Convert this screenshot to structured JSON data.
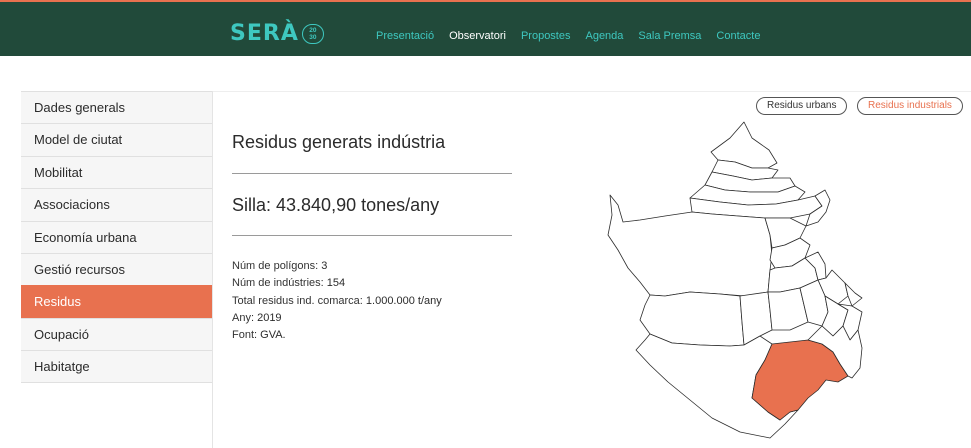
{
  "brand": {
    "name": "SERÀ",
    "badge_top": "20",
    "badge_bottom": "30"
  },
  "nav": [
    "Presentació",
    "Observatori",
    "Propostes",
    "Agenda",
    "Sala Premsa",
    "Contacte"
  ],
  "nav_active": "Observatori",
  "sidebar": [
    {
      "label": "Dades generals"
    },
    {
      "label": "Model de ciutat"
    },
    {
      "label": "Mobilitat"
    },
    {
      "label": "Associacions"
    },
    {
      "label": "Economía urbana"
    },
    {
      "label": "Gestió recursos"
    },
    {
      "label": "Residus"
    },
    {
      "label": "Ocupació"
    },
    {
      "label": "Habitatge"
    }
  ],
  "sidebar_active": "Residus",
  "toggles": {
    "urban": "Residus urbans",
    "industrial": "Residus industrials"
  },
  "panel": {
    "title": "Residus generats indústria",
    "value": "Silla: 43.840,90 tones/any",
    "facts": {
      "poligons_label": "Núm de polígons:",
      "poligons_value": "3",
      "industries_label": "Núm de indústries:",
      "industries_value": "154",
      "total_label": "Total residus ind. comarca:",
      "total_value": "1.000.000 t/any",
      "any_label": "Any:",
      "any_value": "2019",
      "font_label": "Font:",
      "font_value": "GVA."
    }
  },
  "colors": {
    "accent": "#e8714f",
    "nav_bg": "#214a3a",
    "brand": "#3ec8c0"
  }
}
